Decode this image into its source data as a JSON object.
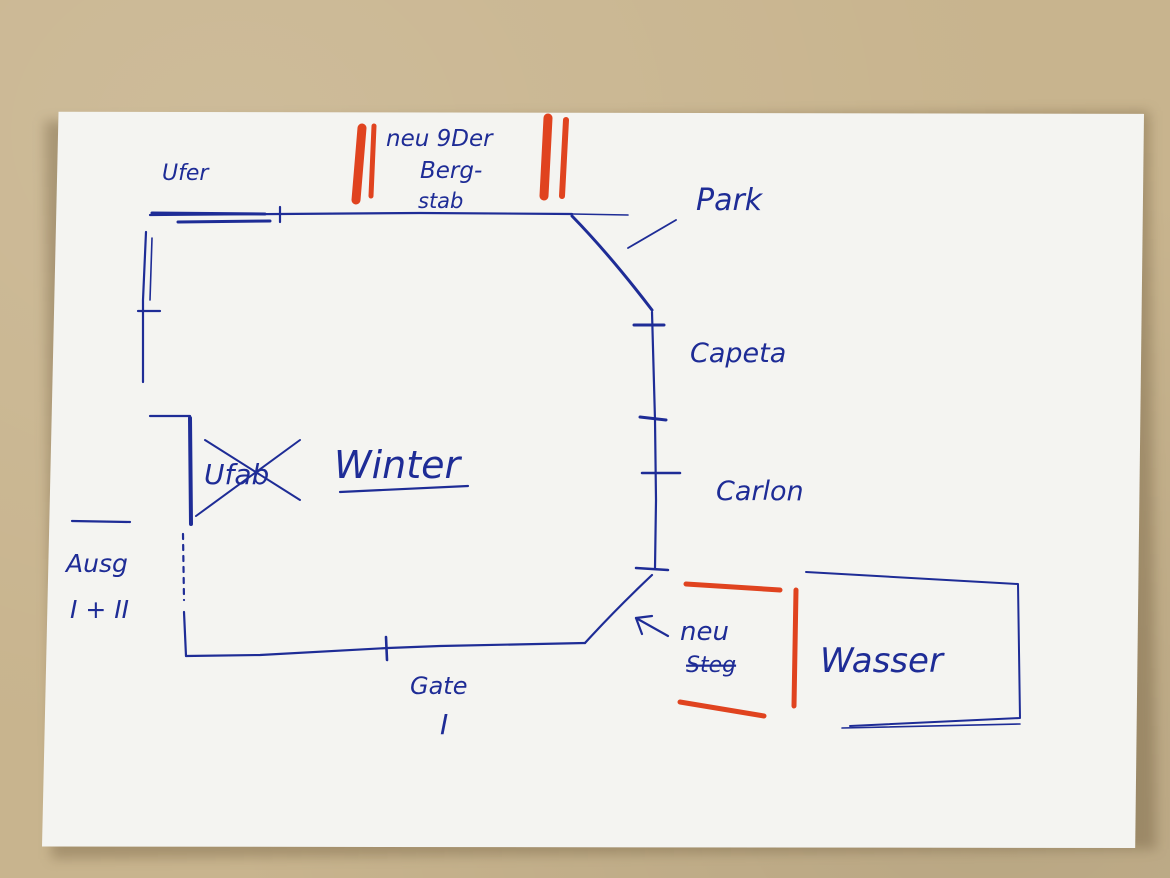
{
  "labels": {
    "ufer": "Ufer",
    "neu_top_line1": "neu 9Der",
    "neu_top_line2": "Berg-",
    "neu_top_line3": "stab",
    "park": "Park",
    "capeta": "Capeta",
    "carlon": "Carlon",
    "wasser": "Wasser",
    "neu_bottom": "neu",
    "steg_struck": "Steg",
    "gate_line1": "Gate",
    "gate_line2": "I",
    "ausg_line1": "Ausg",
    "ausg_line2": "I + II",
    "winter": "Winter",
    "crossed_out": "Ufab"
  },
  "colors": {
    "ink_blue": "#1e2c96",
    "marker_red": "#e0431f",
    "paper": "#f4f4f1",
    "background": "#c8b48e"
  }
}
